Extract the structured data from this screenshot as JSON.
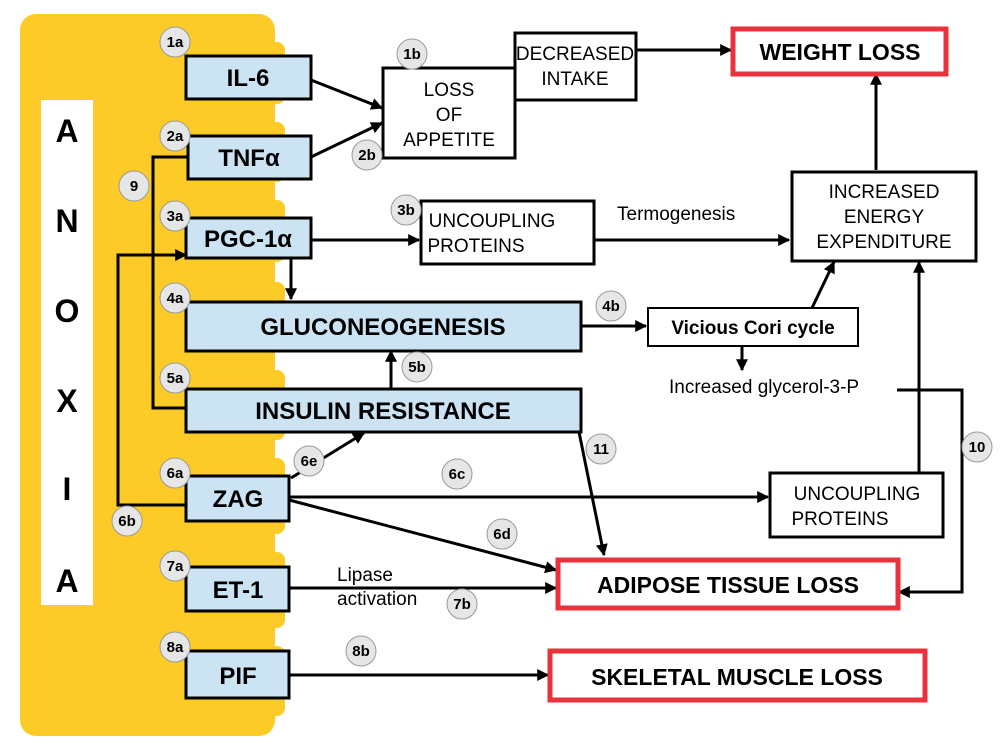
{
  "anoxia": {
    "letters": [
      "A",
      "N",
      "O",
      "X",
      "I",
      "A"
    ]
  },
  "factors": {
    "il6": "IL-6",
    "tnf": "TNFα",
    "pgc": "PGC-1α",
    "gluconeogenesis": "GLUCONEOGENESIS",
    "insulin_resistance": "INSULIN RESISTANCE",
    "zag": "ZAG",
    "et1": "ET-1",
    "pif": "PIF"
  },
  "intermediates": {
    "loss_of_appetite": [
      "LOSS",
      "OF",
      "APPETITE"
    ],
    "decreased_intake": [
      "DECREASED",
      "INTAKE"
    ],
    "uncoupling_proteins_top": [
      "UNCOUPLING",
      "PROTEINS"
    ],
    "increased_energy_expenditure": [
      "INCREASED",
      "ENERGY",
      "EXPENDITURE"
    ],
    "vicious_cori_cycle": "Vicious Cori cycle",
    "uncoupling_proteins_bottom": [
      "UNCOUPLING",
      "PROTEINS"
    ]
  },
  "outcomes": {
    "weight_loss": "WEIGHT LOSS",
    "adipose_tissue_loss": "ADIPOSE TISSUE LOSS",
    "skeletal_muscle_loss": "SKELETAL MUSCLE LOSS"
  },
  "annotations": {
    "termogenesis": "Termogenesis",
    "increased_glycerol": "Increased glycerol-3-P",
    "lipase_activation": [
      "Lipase",
      "activation"
    ]
  },
  "markers": {
    "m1a": "1a",
    "m1b": "1b",
    "m2a": "2a",
    "m2b": "2b",
    "m3a": "3a",
    "m3b": "3b",
    "m4a": "4a",
    "m4b": "4b",
    "m5a": "5a",
    "m5b": "5b",
    "m6a": "6a",
    "m6b": "6b",
    "m6c": "6c",
    "m6d": "6d",
    "m6e": "6e",
    "m7a": "7a",
    "m7b": "7b",
    "m8a": "8a",
    "m8b": "8b",
    "m9": "9",
    "m10": "10",
    "m11": "11"
  },
  "colors": {
    "anoxia_yellow": "#FCCB27",
    "factor_fill": "#CCE3F3",
    "outcome_border": "#E8323C",
    "marker_fill": "#E6E6E6"
  }
}
